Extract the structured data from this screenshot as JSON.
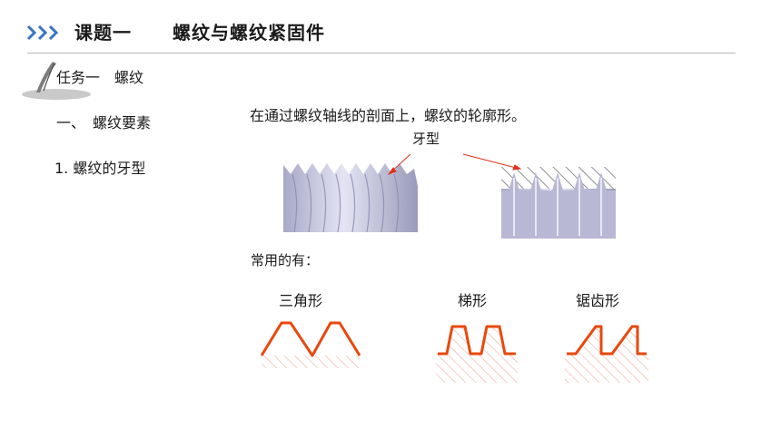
{
  "header": {
    "title": "课题一",
    "subject": "螺纹与螺纹紧固件"
  },
  "task": {
    "label": "任务一　螺纹"
  },
  "outline": {
    "section_label": "一、　螺纹要素",
    "point_label": "1. 螺纹的牙型"
  },
  "content": {
    "definition": "在通过螺纹轴线的剖面上，螺纹的轮廓形。",
    "callout": "牙型",
    "common_label": "常用的有：",
    "profiles": [
      {
        "name": "三角形"
      },
      {
        "name": "梯形"
      },
      {
        "name": "锯齿形"
      }
    ]
  },
  "colors": {
    "accent_blue": "#3a74c4",
    "profile_red": "#e8480e",
    "hatch_red": "#e8a08a"
  }
}
